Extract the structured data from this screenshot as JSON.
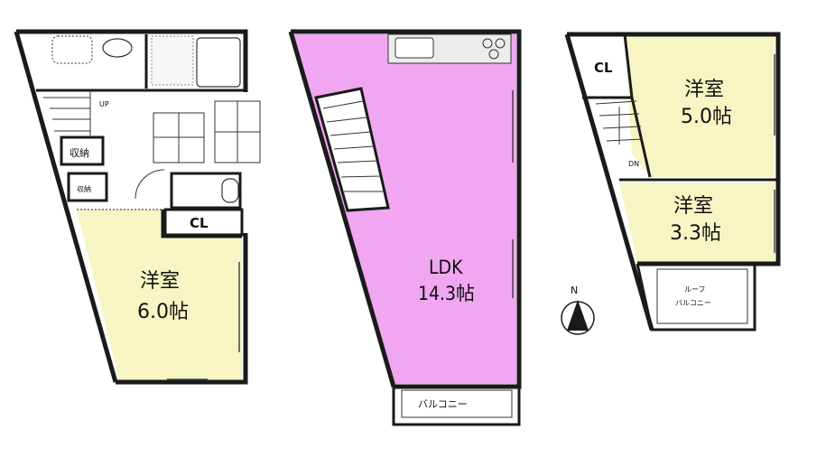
{
  "floor1": {
    "bedroom": {
      "name": "洋室",
      "size": "6.0帖"
    },
    "closet": "CL",
    "storage_top": "収納",
    "storage_bottom": "収納",
    "stair_up": "UP"
  },
  "floor2": {
    "ldk": {
      "name": "LDK",
      "size": "14.3帖"
    },
    "balcony": "バルコニー"
  },
  "floor3": {
    "closet": "CL",
    "room_large": {
      "name": "洋室",
      "size": "5.0帖"
    },
    "room_small": {
      "name": "洋室",
      "size": "3.3帖"
    },
    "stair_dn": "DN",
    "roof_balcony_line1": "ルーフ",
    "roof_balcony_line2": "バルコニー"
  },
  "compass": {
    "label": "N"
  },
  "colors": {
    "yellow_room": "#f8f5c4",
    "pink_room": "#f0a6f0",
    "wall": "#1a1a1a"
  }
}
